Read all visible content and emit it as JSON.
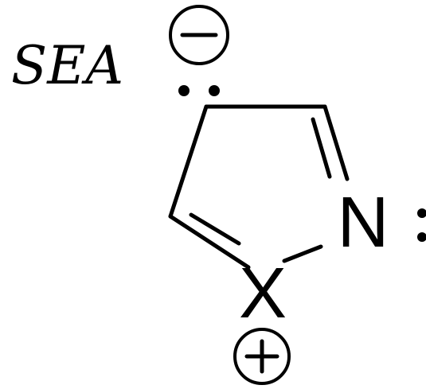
{
  "diagram": {
    "label": "SEA",
    "atoms": {
      "nitrogen": "N",
      "heteroatom": "X"
    },
    "charges": {
      "negative": "−",
      "positive": "+"
    },
    "colors": {
      "ink": "#000000",
      "background": "#ffffff"
    },
    "icons": {
      "negative_charge": "circled-minus-icon",
      "positive_charge": "circled-plus-icon",
      "lone_pair": "lone-pair-dots-icon"
    }
  }
}
